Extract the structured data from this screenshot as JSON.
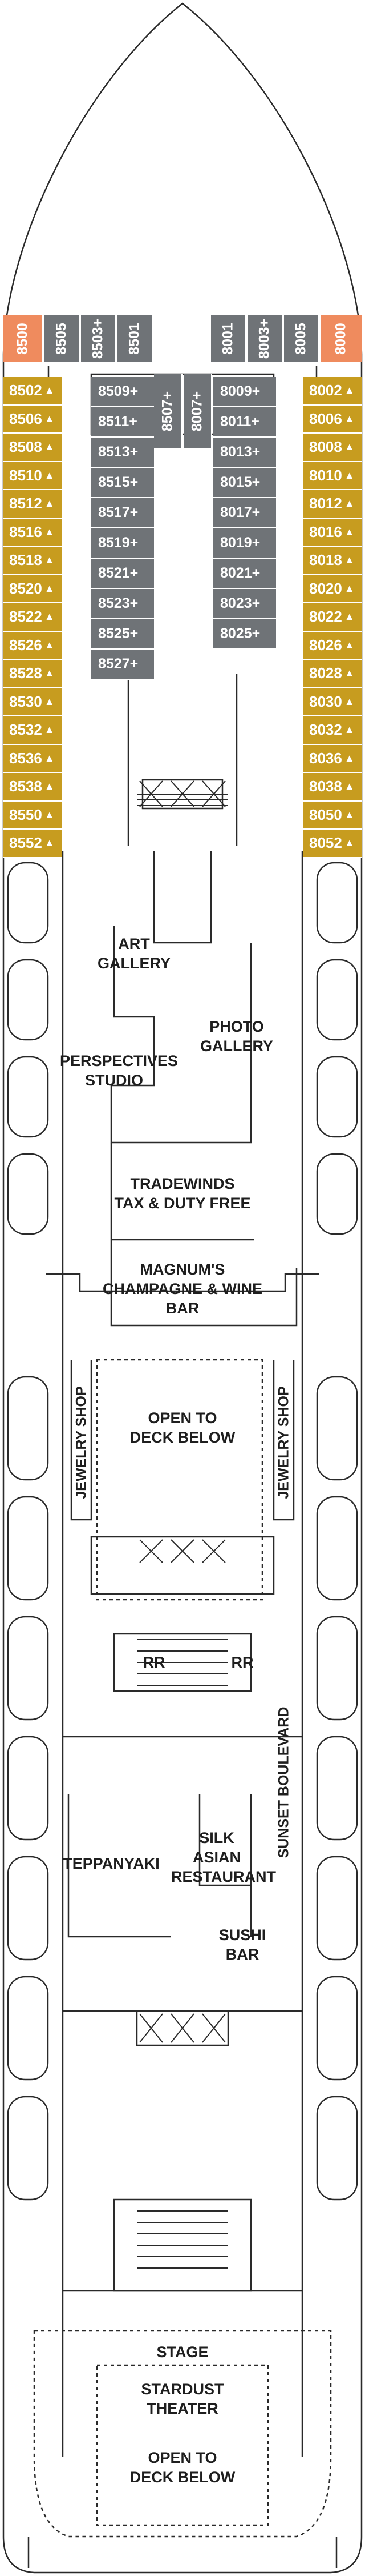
{
  "colors": {
    "suite_accent": "#ef8b5e",
    "balcony_gold": "#c79c1f",
    "interior_grey": "#6f7377",
    "line": "#2a2a2a"
  },
  "forward_cabins": {
    "left_suite": "8500",
    "left_group": [
      "8505",
      "8503+",
      "8501"
    ],
    "right_group": [
      "8001",
      "8003+",
      "8005"
    ],
    "right_suite": "8000"
  },
  "port_cabins": [
    "8502",
    "8506",
    "8508",
    "8510",
    "8512",
    "8516",
    "8518",
    "8520",
    "8522",
    "8526",
    "8528",
    "8530",
    "8532",
    "8536",
    "8538",
    "8550",
    "8552"
  ],
  "starboard_cabins": [
    "8002",
    "8006",
    "8008",
    "8010",
    "8012",
    "8016",
    "8018",
    "8020",
    "8022",
    "8026",
    "8028",
    "8030",
    "8032",
    "8036",
    "8038",
    "8050",
    "8052"
  ],
  "inner_left_cabins": [
    "8509+",
    "8511+",
    "8513+",
    "8515+",
    "8517+",
    "8519+",
    "8521+",
    "8523+",
    "8525+",
    "8527+"
  ],
  "inner_center_cabins": [
    "8507+",
    "8007+"
  ],
  "inner_right_cabins": [
    "8009+",
    "8011+",
    "8013+",
    "8015+",
    "8017+",
    "8019+",
    "8021+",
    "8023+",
    "8025+"
  ],
  "venues": {
    "art_gallery": "ART\nGALLERY",
    "perspectives": "PERSPECTIVES\nSTUDIO",
    "photo_gallery": "PHOTO\nGALLERY",
    "tradewinds": "TRADEWINDS\nTAX & DUTY FREE",
    "magnums": "MAGNUM'S\nCHAMPAGNE & WINE BAR",
    "open_deck_1": "OPEN TO\nDECK BELOW",
    "jewelry_left": "JEWELRY SHOP",
    "jewelry_right": "JEWELRY SHOP",
    "rr_left": "RR",
    "rr_right": "RR",
    "sunset_boulevard": "SUNSET BOULEVARD",
    "teppanyaki": "TEPPANYAKI",
    "silk": "SILK\nASIAN\nRESTAURANT",
    "sushi": "SUSHI\nBAR",
    "stage": "STAGE",
    "stardust": "STARDUST\nTHEATER",
    "open_deck_2": "OPEN TO\nDECK BELOW"
  }
}
